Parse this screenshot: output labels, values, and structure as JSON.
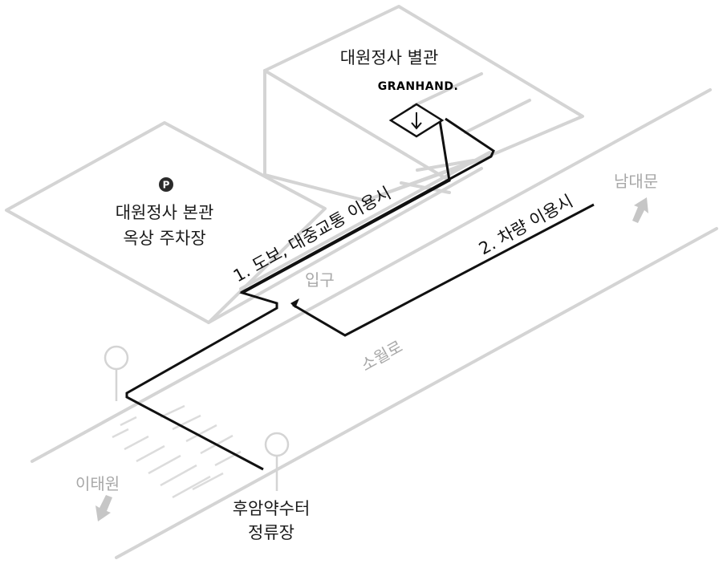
{
  "buildings": {
    "annex_name": "대원정사 별관",
    "annex_brand": "GRANHAND.",
    "main_name_line1": "대원정사 본관",
    "main_name_line2": "옥상 주차장",
    "parking_symbol": "P"
  },
  "routes": {
    "walk_transit_label": "1. 도보, 대중교통 이용시",
    "car_label": "2. 차량 이용시",
    "entrance_label": "입구"
  },
  "roads": {
    "street_name": "소월로",
    "direction_namdaemun": "남대문",
    "direction_itaewon": "이태원"
  },
  "bus_stop": {
    "name_line1": "후암약수터",
    "name_line2": "정류장"
  },
  "colors": {
    "route": "#111111",
    "outline": "#d4d4d4",
    "muted_text": "#a8a8a8",
    "parking_badge": "#2b2b2b"
  },
  "icons": [
    "parking-icon",
    "elevator-arrow-icon",
    "direction-arrow-icon",
    "location-pin-icon"
  ]
}
